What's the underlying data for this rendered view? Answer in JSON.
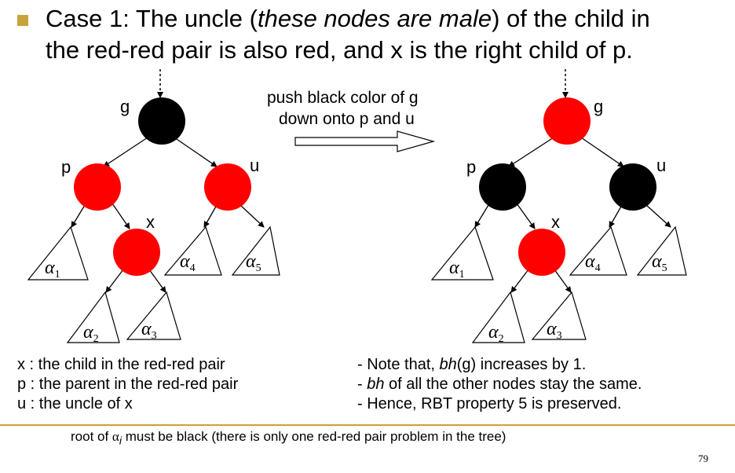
{
  "heading": {
    "line1_a": "Case 1: The uncle (",
    "line1_em": "these nodes are male",
    "line1_b": ") of the child in",
    "line2": "the red-red pair is also red, and x is the right child of p."
  },
  "transition": {
    "line1": "push black color of g",
    "line2": "down onto p and u"
  },
  "left_tree": {
    "nodes": [
      {
        "id": "g",
        "label": "g",
        "color": "black"
      },
      {
        "id": "p",
        "label": "p",
        "color": "red"
      },
      {
        "id": "u",
        "label": "u",
        "color": "red"
      },
      {
        "id": "x",
        "label": "x",
        "color": "red"
      }
    ],
    "subtrees": [
      "α1",
      "α2",
      "α3",
      "α4",
      "α5"
    ]
  },
  "right_tree": {
    "nodes": [
      {
        "id": "g",
        "label": "g",
        "color": "red"
      },
      {
        "id": "p",
        "label": "p",
        "color": "black"
      },
      {
        "id": "u",
        "label": "u",
        "color": "black"
      },
      {
        "id": "x",
        "label": "x",
        "color": "red"
      }
    ],
    "subtrees": [
      "α1",
      "α2",
      "α3",
      "α4",
      "α5"
    ]
  },
  "subtree_symbol": "α",
  "subtree_indices": [
    "1",
    "2",
    "3",
    "4",
    "5"
  ],
  "legend": {
    "x": "x : the child in the red-red pair",
    "p": "p : the parent in the red-red pair",
    "u": "u : the uncle of x"
  },
  "notes": {
    "line1_a": "- Note that, ",
    "line1_em": "bh",
    "line1_b": "(g) increases by 1.",
    "line2_a": "- ",
    "line2_em": "bh",
    "line2_b": " of all the other nodes stay the same.",
    "line3": "- Hence, RBT property 5 is preserved."
  },
  "footnote": {
    "a": "root of ",
    "alpha": "α",
    "i": "i",
    "b": " must be black (there is only one red-red pair problem in the tree)"
  },
  "page_number": "79",
  "colors": {
    "red": "#ff0000",
    "black": "#000000",
    "accent": "#c8a23a"
  }
}
